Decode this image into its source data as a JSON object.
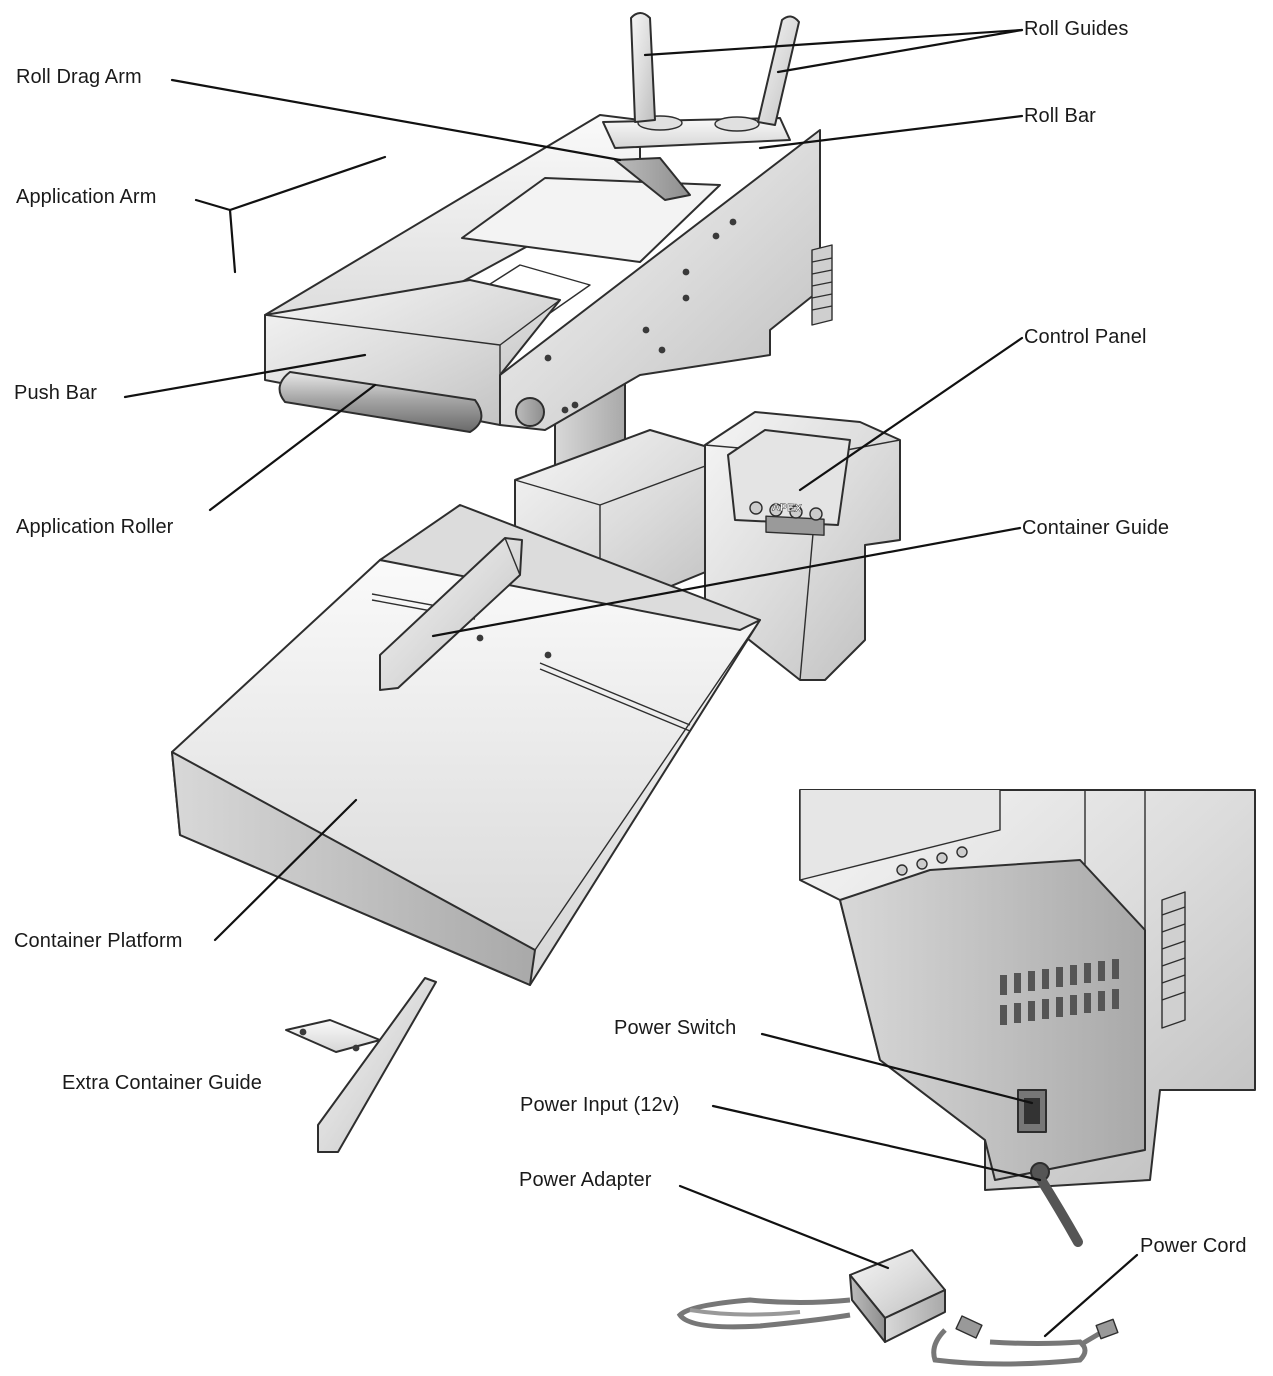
{
  "labels": {
    "roll_guides": "Roll Guides",
    "roll_drag_arm": "Roll Drag Arm",
    "roll_bar": "Roll Bar",
    "application_arm": "Application Arm",
    "control_panel": "Control Panel",
    "push_bar": "Push Bar",
    "application_roller": "Application Roller",
    "container_guide": "Container Guide",
    "container_platform": "Container Platform",
    "power_switch": "Power Switch",
    "power_input": "Power Input (12v)",
    "extra_container_guide": "Extra Container Guide",
    "power_adapter": "Power Adapter",
    "power_cord": "Power Cord"
  },
  "device_logo": "APEX",
  "colors": {
    "line": "#111111",
    "metal_light": "#ededed",
    "metal_mid": "#cfcfcf",
    "metal_dark": "#a8a8a8"
  }
}
